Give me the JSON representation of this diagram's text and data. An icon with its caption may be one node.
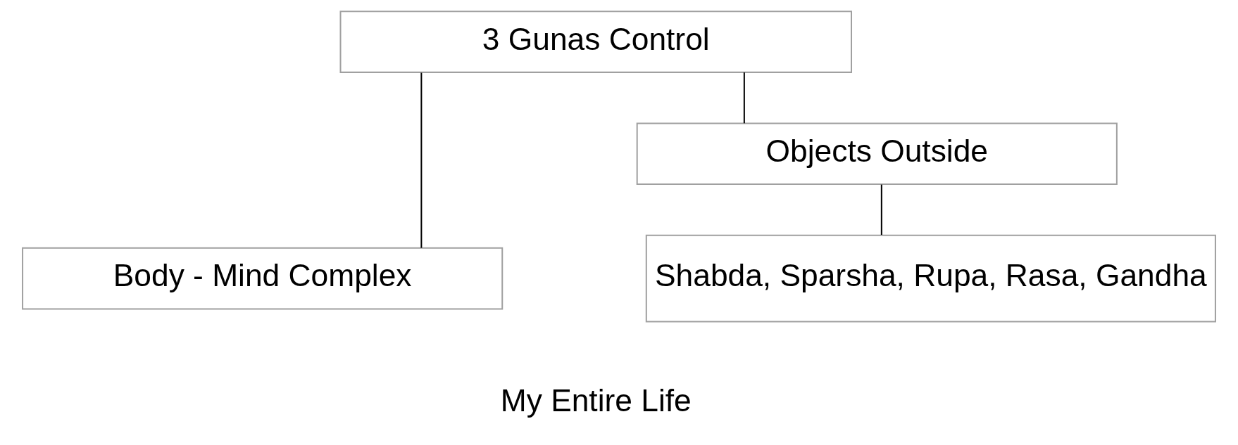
{
  "diagram": {
    "nodes": [
      {
        "text": [
          "3 Gunas Control"
        ]
      },
      {
        "text": [
          "Body - Mind Complex"
        ]
      },
      {
        "text": [
          "Objects Outside"
        ]
      },
      {
        "text": [
          "Shabda, Sparsha, Rupa, Rasa, Gandha"
        ]
      }
    ],
    "edges": [
      {
        "from": 0,
        "to": 1,
        "arrow": "none"
      },
      {
        "from": 0,
        "to": 2,
        "arrow": "none"
      },
      {
        "from": 2,
        "to": 3,
        "arrow": "none"
      }
    ],
    "labels": [
      "My Entire Life"
    ]
  }
}
